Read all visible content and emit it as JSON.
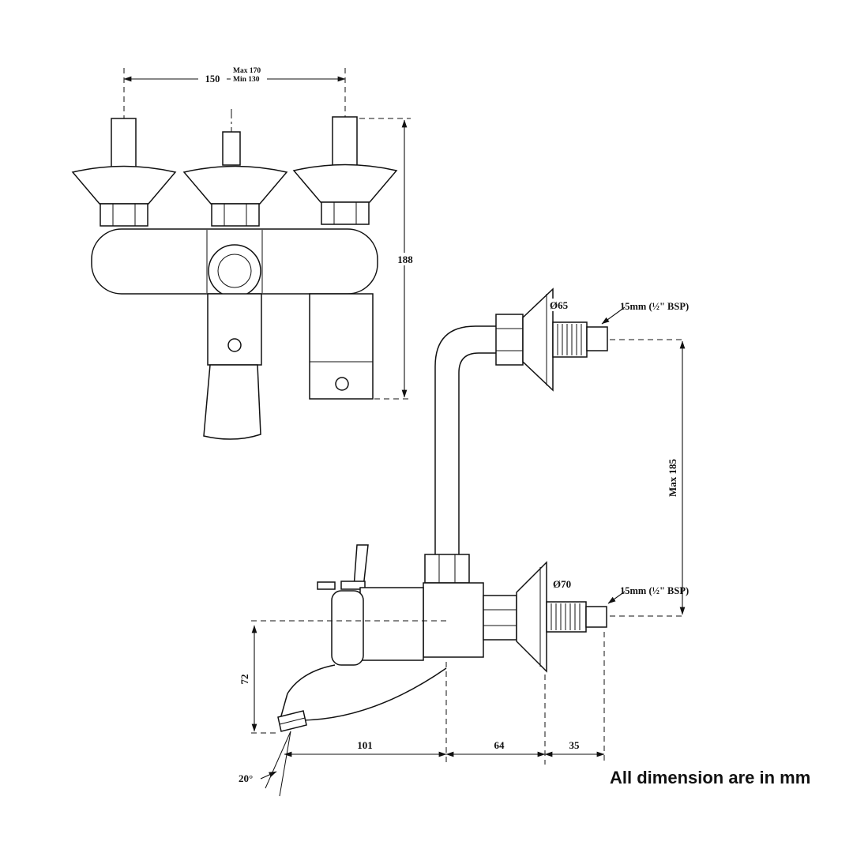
{
  "note": "All dimension are in mm",
  "front_view": {
    "dim_width": "150",
    "dim_width_max": "Max 170",
    "dim_width_min": "Min 130",
    "dim_height": "188"
  },
  "side_view": {
    "top_flange_dia": "Ø65",
    "top_inlet": "15mm (½\" BSP)",
    "bottom_flange_dia": "Ø70",
    "bottom_inlet": "15mm (½\" BSP)",
    "dim_depth": "Max 185",
    "dim_spout_drop": "72",
    "dim_spout_reach": "101",
    "dim_body": "64",
    "dim_wall": "35",
    "spout_angle": "20°"
  }
}
